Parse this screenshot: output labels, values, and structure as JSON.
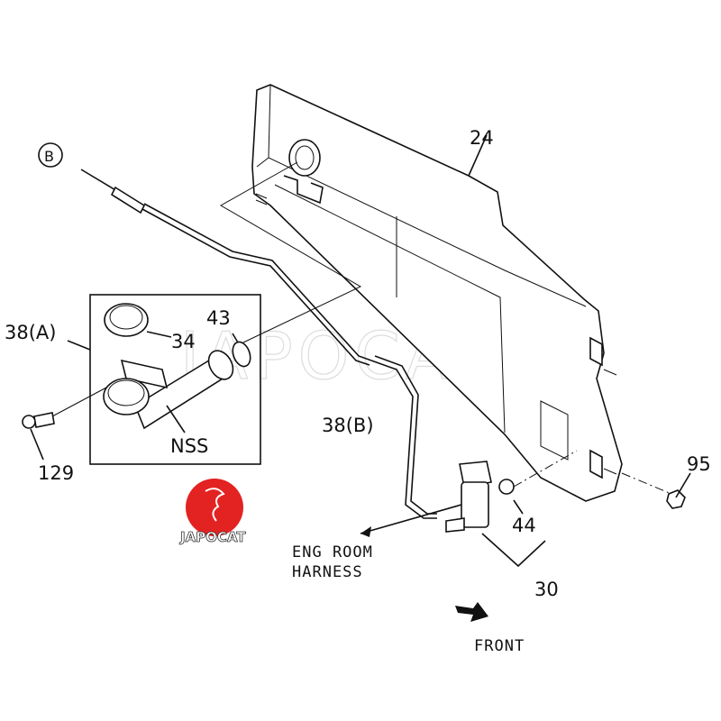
{
  "diagram": {
    "callouts": {
      "tank": "24",
      "ref_b": "B",
      "filler_assy": "38(A)",
      "cap": "34",
      "oring": "43",
      "clip": "129",
      "neck": "NSS",
      "hose": "38(B)",
      "nut": "95",
      "grommet": "44",
      "pump": "30"
    },
    "notes": {
      "harness_line1": "ENG ROOM",
      "harness_line2": "HARNESS",
      "front": "FRONT"
    },
    "watermark": "JAPOCAT",
    "logo": {
      "text": "JAPOCAT",
      "color": "#e32222"
    }
  }
}
